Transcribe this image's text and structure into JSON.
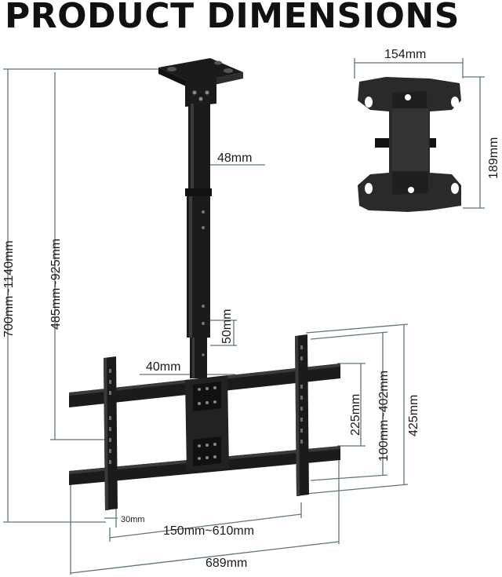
{
  "title": "PRODUCT DIMENSIONS",
  "colors": {
    "dimension_line": "#5e7a6d",
    "metal": "#1b1b1b",
    "metal_light": "#3a3a3a",
    "text": "#1a1a1a"
  },
  "dimensions": {
    "overall_height": "700mm~1140mm",
    "pole_height": "485mm~925mm",
    "pole_diameter": "48mm",
    "pole_step": "50mm",
    "lower_pole": "40mm",
    "plate_width": "154mm",
    "plate_height": "189mm",
    "vesa_horizontal": "150mm~610mm",
    "arm_offset": "30mm",
    "overall_width": "689mm",
    "vesa_vertical": "100mm~402mm",
    "bracket_height": "425mm",
    "bar_spacing": "225mm"
  }
}
